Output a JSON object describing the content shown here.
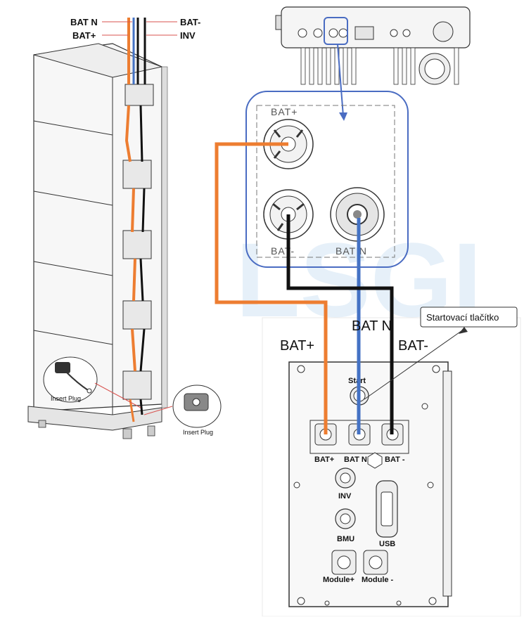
{
  "colors": {
    "orange": "#ed7d31",
    "blue": "#4472c4",
    "black": "#111111",
    "red_line": "#d9534f",
    "zoom_border": "#4a6cc2"
  },
  "tower": {
    "labels": {
      "bat_n": "BAT N",
      "bat_plus": "BAT+",
      "bat_minus": "BAT-",
      "inv": "INV"
    },
    "insert_plug_left": "Insert Plug",
    "insert_plug_right": "Insert Plug"
  },
  "zoom": {
    "bat_plus": "BAT+",
    "bat_minus": "BAT-",
    "bat_n": "BAT N"
  },
  "wires": {
    "bat_n": "BAT N",
    "bat_plus": "BAT+",
    "bat_minus": "BAT-"
  },
  "callout": {
    "start_button": "Startovací tlačítko"
  },
  "panel": {
    "start": "Start",
    "bat_plus": "BAT+",
    "bat_n": "BAT N",
    "bat_minus": "BAT -",
    "inv": "INV",
    "bmu": "BMU",
    "usb": "USB",
    "module_plus": "Module+",
    "module_minus": "Module -"
  },
  "watermark": "LSGI",
  "icons": [
    "wrench-icon",
    "usb-port-icon"
  ]
}
